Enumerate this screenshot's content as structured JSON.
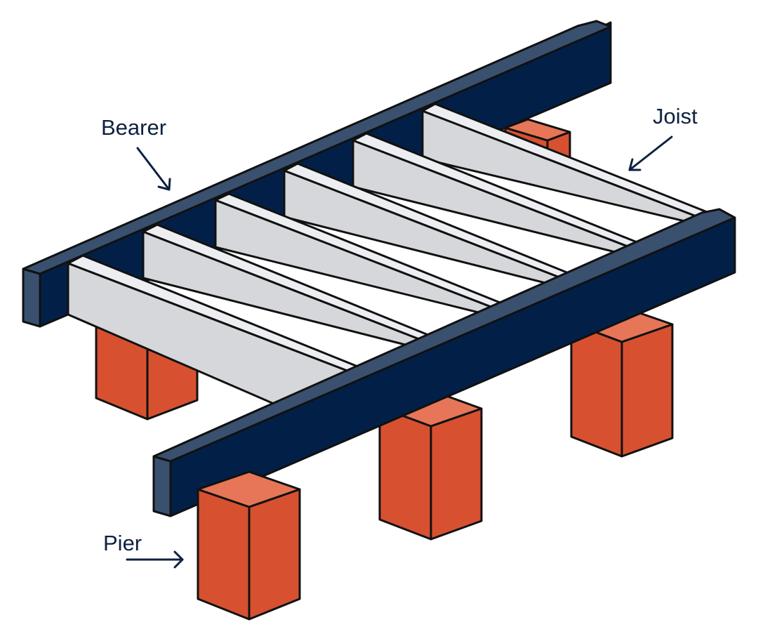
{
  "labels": {
    "bearer": "Bearer",
    "joist": "Joist",
    "pier": "Pier"
  },
  "colors": {
    "bearer": "#022047",
    "bearer_end": "#3a506f",
    "joist": "#d5d7da",
    "joist_top": "#eceef1",
    "pier": "#d75130",
    "pier_top": "#e67657",
    "label": "#0d2140"
  },
  "components": [
    "bearer",
    "joist",
    "pier"
  ]
}
